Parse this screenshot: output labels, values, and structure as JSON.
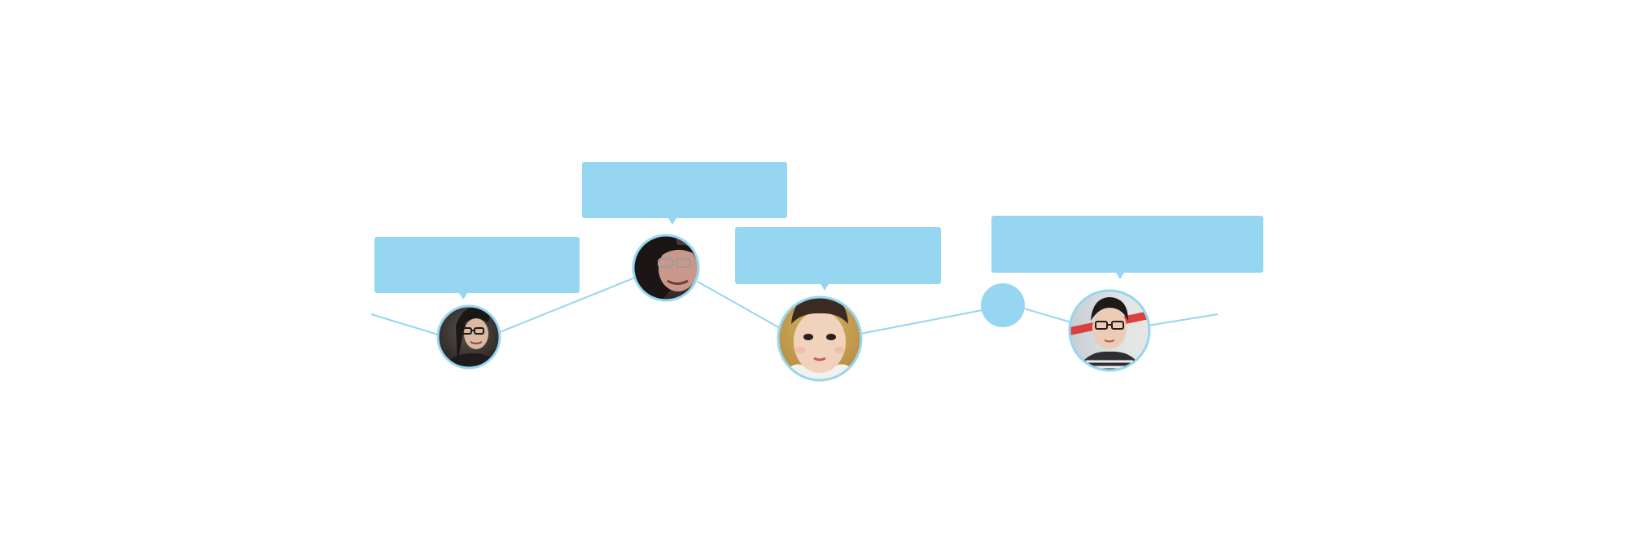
{
  "colors": {
    "accent": "#97d6f1",
    "line": "#97d6f1",
    "background": "#ffffff"
  },
  "timeline": {
    "nodes": [
      {
        "id": "person-1",
        "type": "avatar",
        "callout_text": ""
      },
      {
        "id": "person-2",
        "type": "avatar",
        "callout_text": ""
      },
      {
        "id": "person-3",
        "type": "avatar",
        "callout_text": ""
      },
      {
        "id": "dot",
        "type": "marker"
      },
      {
        "id": "person-4",
        "type": "avatar",
        "callout_text": ""
      }
    ]
  }
}
